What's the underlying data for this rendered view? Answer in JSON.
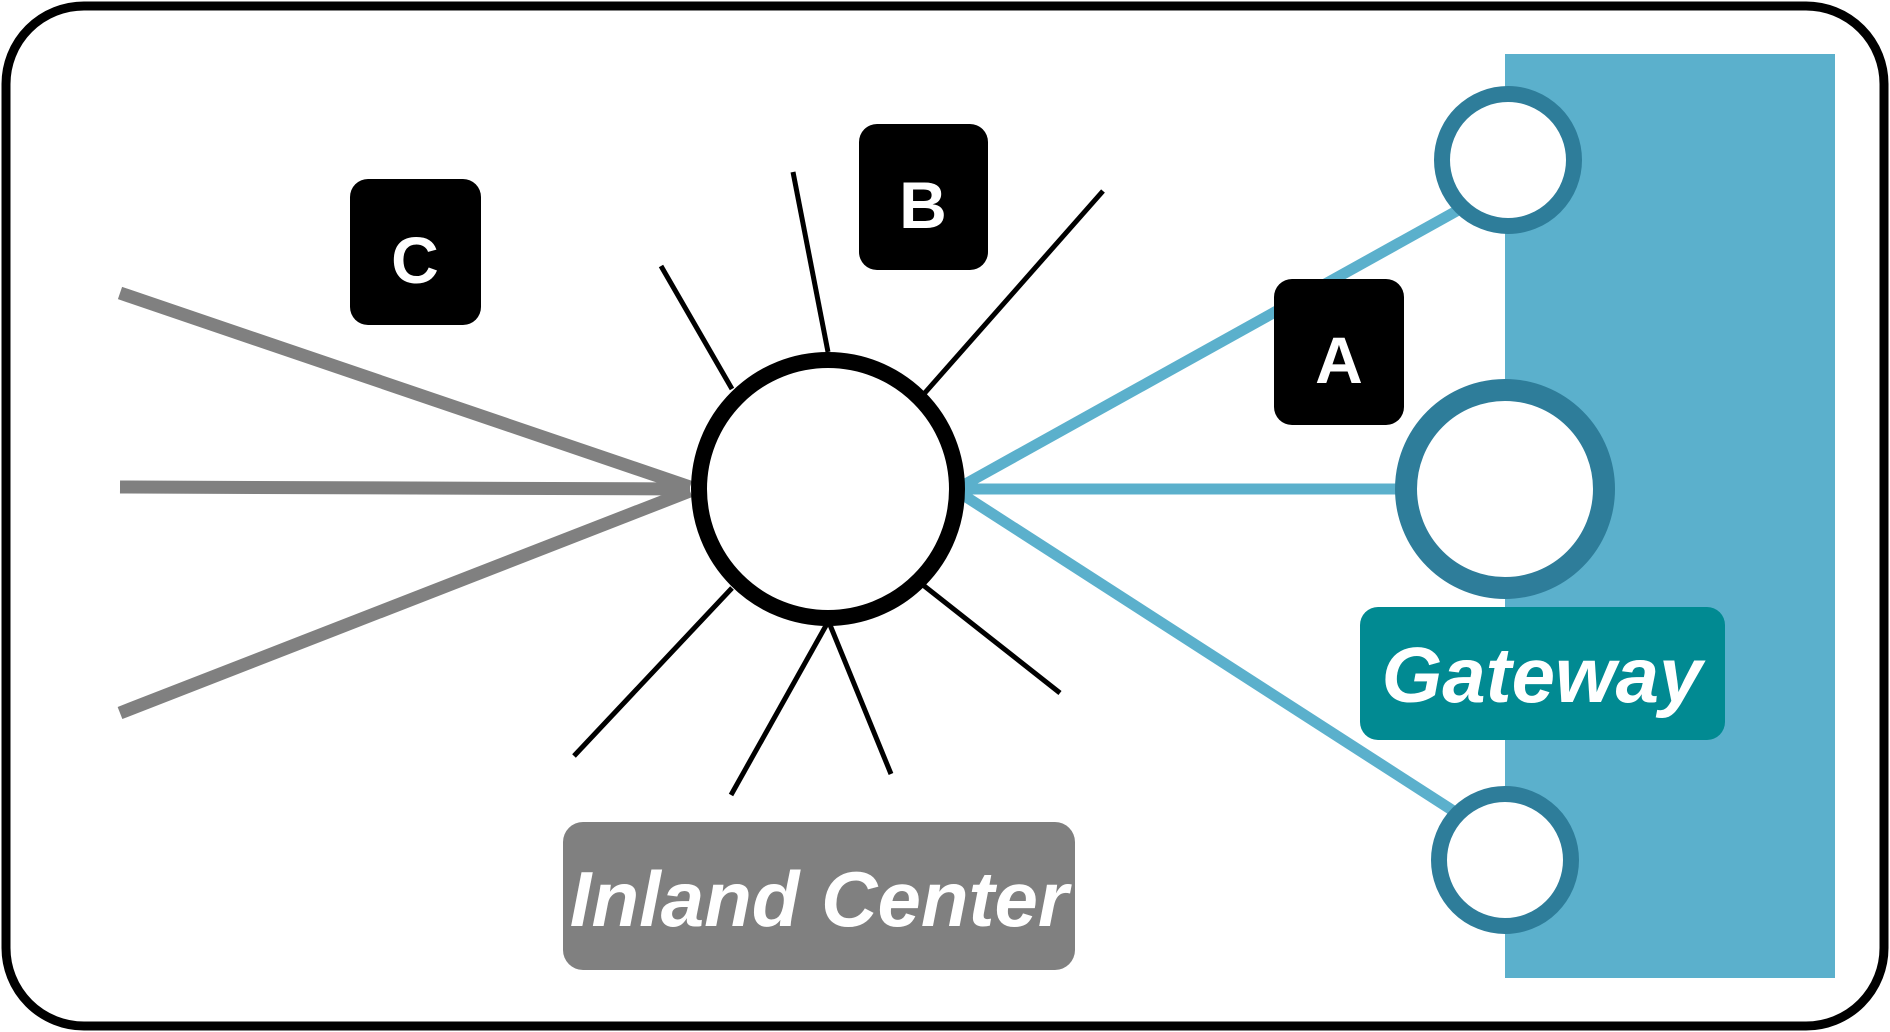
{
  "labels": {
    "route_a": "A",
    "route_b": "B",
    "route_c": "C",
    "gateway": "Gateway",
    "inland_center": "Inland Center"
  },
  "colors": {
    "frame": "#000000",
    "gateway_band": "#5bb0cc",
    "gateway_ring": "#2e7d9a",
    "gateway_label_bg": "#018a92",
    "inland_label_bg": "#808080",
    "gray_link": "#808080",
    "blue_link": "#5bb0cc",
    "local_link": "#000000",
    "tag_bg": "#000000"
  }
}
